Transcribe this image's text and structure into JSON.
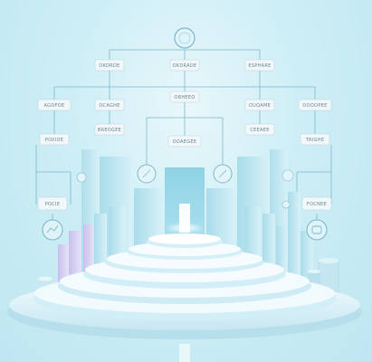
{
  "scene": {
    "palette": {
      "bg_light": "#e8f7fb",
      "bg_mid": "#cdeef6",
      "accent": "#8fd3e6",
      "line": "#7fb6c8",
      "lavender": "#c9c2ee",
      "platform": "#e9f6fb"
    },
    "labels": {
      "top_left": "OKORDE",
      "top_center": "OKDRADE",
      "top_right": "ESPHARE",
      "mid_left_far": "AGOFOE",
      "mid_left": "OCAGHE",
      "mid_center": "OBHEEO",
      "mid_right": "OUQAME",
      "mid_right_far": "OOOOPEE",
      "low_left_far": "POXIOE",
      "low_left": "BREOGEE",
      "low_center": "OOAEGEE",
      "low_right": "CEEAEE",
      "low_right_far": "TRIGHE",
      "side_left": "POCIE",
      "side_right": "FOCNEE"
    }
  }
}
